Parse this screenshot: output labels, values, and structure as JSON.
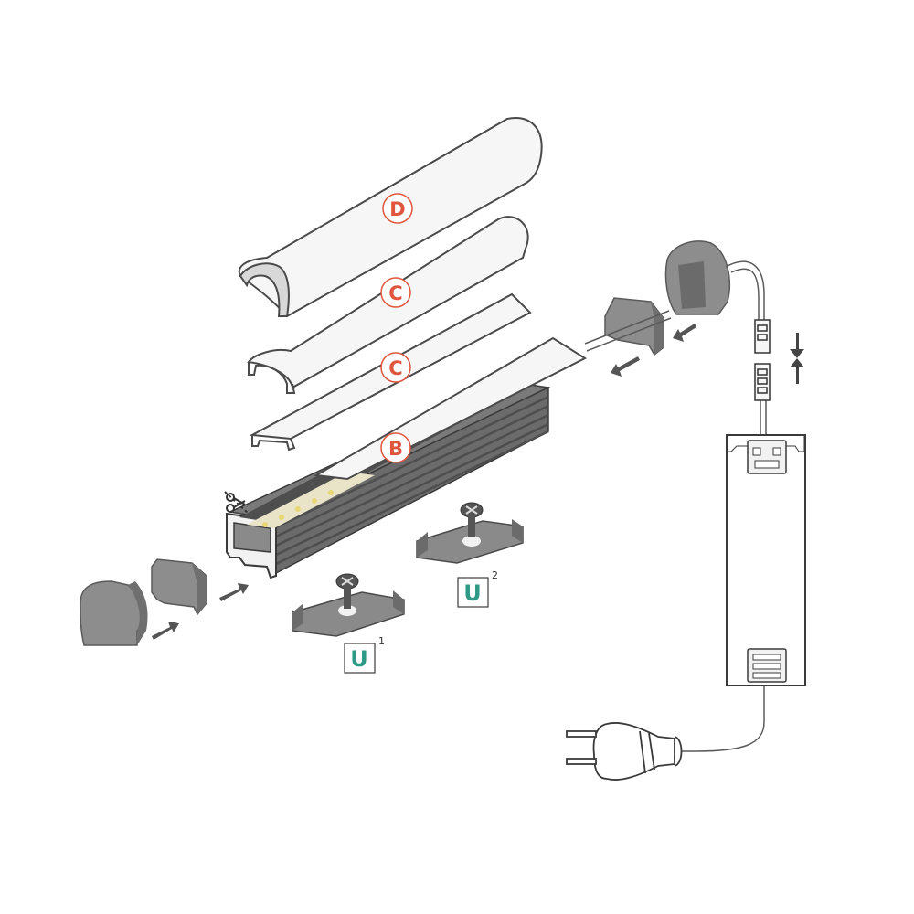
{
  "colors": {
    "label_ring": "#e0563c",
    "label_text": "#e0563c",
    "mount_label_border": "#3c3c3c",
    "mount_label_text": "#2e9a86",
    "profile_dark": "#4e4e4e",
    "profile_mid": "#6b6b6b",
    "profile_light": "#8a8a8a",
    "cover_fill": "#f6f6f6",
    "cover_stroke": "#4a4a4a",
    "arrow": "#555555",
    "led_yellow": "#e9d776"
  },
  "labels": {
    "cover_round": "D",
    "cover_half": "C",
    "cover_flat": "C",
    "diffuser_tape": "B",
    "mount_1": "U",
    "mount_1_sup": "1",
    "mount_2": "U",
    "mount_2_sup": "2"
  },
  "icons": {
    "cut": "scissors-icon",
    "arrows": "arrow-icon",
    "connector": "connector-press-icon"
  }
}
